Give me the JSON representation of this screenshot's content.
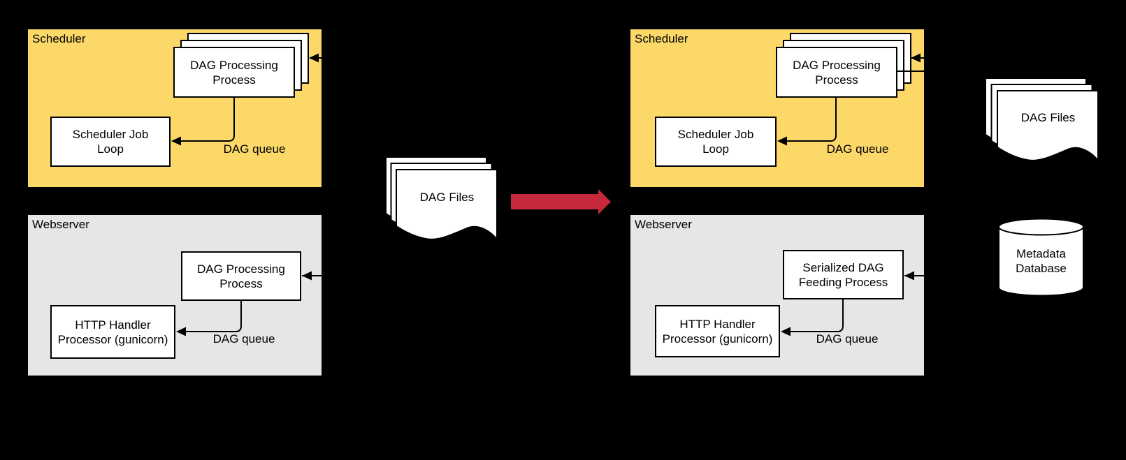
{
  "colors": {
    "background": "#000000",
    "scheduler_panel": "#FBD868",
    "webserver_panel": "#E6E6E6",
    "arrow_red": "#C5293B",
    "box_fill": "#FFFFFF",
    "line": "#000000"
  },
  "left_scheduler": {
    "title": "Scheduler",
    "process_stack": "DAG Processing\nProcess",
    "job_loop": "Scheduler Job\nLoop",
    "queue": "DAG queue"
  },
  "left_webserver": {
    "title": "Webserver",
    "process_box": "DAG Processing\nProcess",
    "http_handler": "HTTP Handler\nProcessor (gunicorn)",
    "queue": "DAG queue"
  },
  "middle": {
    "dag_files": "DAG Files"
  },
  "right_scheduler": {
    "title": "Scheduler",
    "process_stack": "DAG Processing\nProcess",
    "job_loop": "Scheduler Job\nLoop",
    "queue": "DAG queue"
  },
  "right_webserver": {
    "title": "Webserver",
    "feeding_box": "Serialized DAG\nFeeding Process",
    "http_handler": "HTTP Handler\nProcessor (gunicorn)",
    "queue": "DAG queue"
  },
  "right_side": {
    "dag_files": "DAG Files",
    "metadata_db": "Metadata\nDatabase"
  }
}
